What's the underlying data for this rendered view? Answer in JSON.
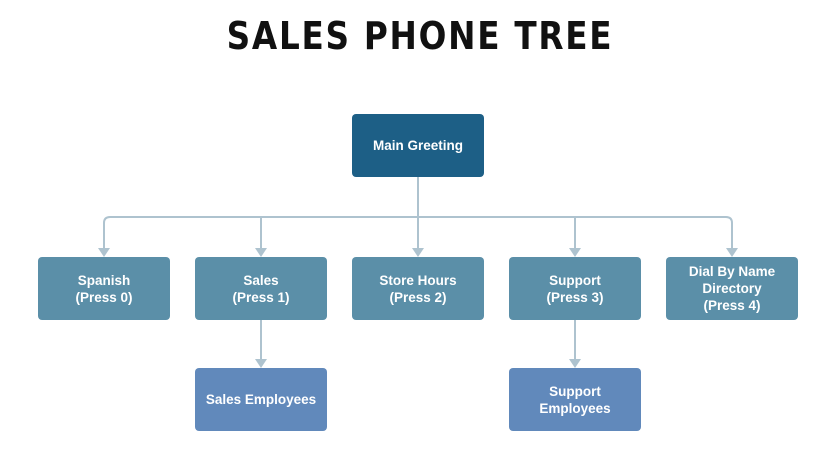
{
  "title": "SALES PHONE TREE",
  "colors": {
    "root": "#1d5f86",
    "level1": "#5b8fa8",
    "level2": "#6189bb",
    "connector": "#aec3cf"
  },
  "root": {
    "label": "Main Greeting"
  },
  "options": [
    {
      "label": "Spanish\n(Press 0)"
    },
    {
      "label": "Sales\n(Press 1)"
    },
    {
      "label": "Store Hours\n(Press 2)"
    },
    {
      "label": "Support\n(Press 3)"
    },
    {
      "label": "Dial By Name\nDirectory\n(Press 4)"
    }
  ],
  "sub": [
    {
      "label": "Sales Employees",
      "parent": "Sales (Press 1)"
    },
    {
      "label": "Support\nEmployees",
      "parent": "Support (Press 3)"
    }
  ]
}
